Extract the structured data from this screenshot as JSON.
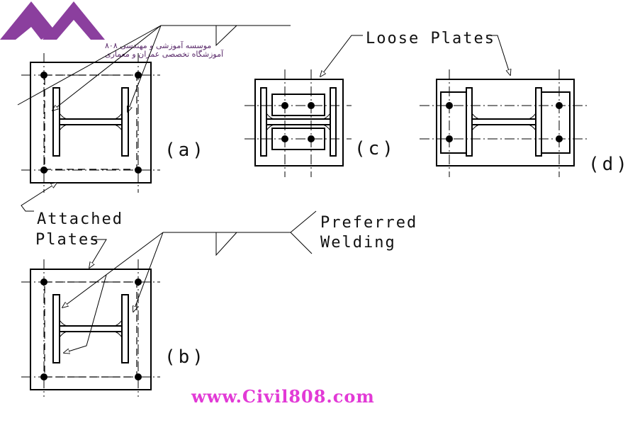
{
  "logo": {
    "line1": "موسسه آموزشی و مهندسی ۸۰۸",
    "line2": "آموزشگاه تخصصی عمران و معماری",
    "color": "#8b3f9e"
  },
  "labels": {
    "loose_plates": "Loose Plates",
    "attached": "Attached",
    "plates": "Plates",
    "preferred": "Preferred",
    "welding": "Welding",
    "a": "(a)",
    "b": "(b)",
    "c": "(c)",
    "d": "(d)"
  },
  "website": {
    "text": "www.Civil808.com",
    "color": "#e23ad6"
  }
}
